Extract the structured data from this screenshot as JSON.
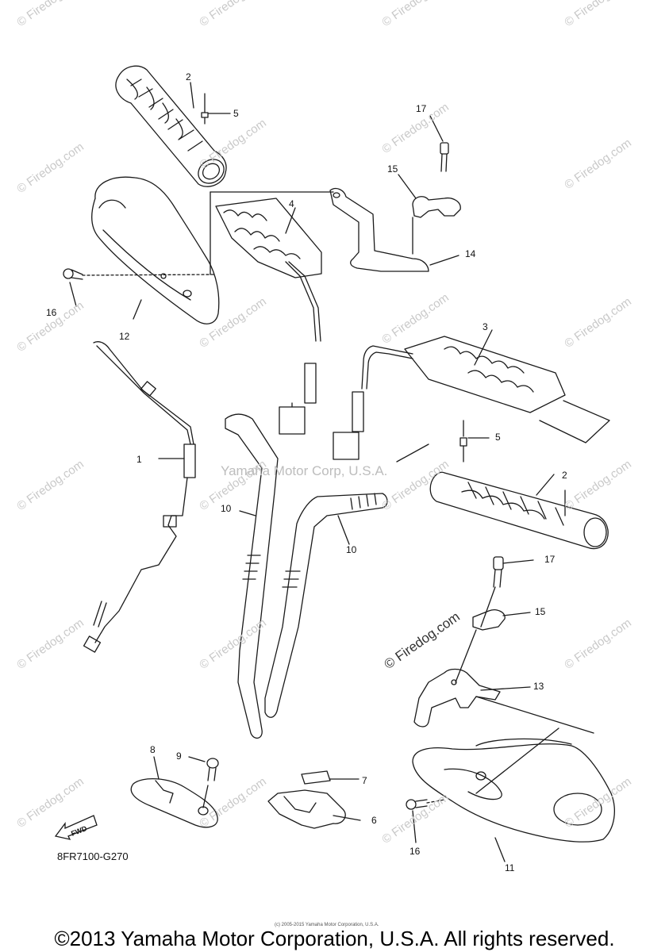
{
  "watermark": "© Firedog.com",
  "center_watermark": "Yamaha Motor Corp, U.S.A.",
  "firedog_mark": "© Firedog.com",
  "part_code": "8FR7100-G270",
  "fwd_label": "FWD",
  "tiny_copyright": "(c) 2005-2015 Yamaha Motor Corporation, U.S.A.",
  "footer": "©2013 Yamaha Motor Corporation, U.S.A. All rights reserved.",
  "callouts": [
    {
      "id": "2a",
      "label": "2"
    },
    {
      "id": "5a",
      "label": "5"
    },
    {
      "id": "17a",
      "label": "17"
    },
    {
      "id": "15a",
      "label": "15"
    },
    {
      "id": "4",
      "label": "4"
    },
    {
      "id": "14",
      "label": "14"
    },
    {
      "id": "16a",
      "label": "16"
    },
    {
      "id": "12",
      "label": "12"
    },
    {
      "id": "3",
      "label": "3"
    },
    {
      "id": "5b",
      "label": "5"
    },
    {
      "id": "1",
      "label": "1"
    },
    {
      "id": "2b",
      "label": "2"
    },
    {
      "id": "10a",
      "label": "10"
    },
    {
      "id": "10b",
      "label": "10"
    },
    {
      "id": "17b",
      "label": "17"
    },
    {
      "id": "15b",
      "label": "15"
    },
    {
      "id": "13",
      "label": "13"
    },
    {
      "id": "8",
      "label": "8"
    },
    {
      "id": "9",
      "label": "9"
    },
    {
      "id": "7",
      "label": "7"
    },
    {
      "id": "6",
      "label": "6"
    },
    {
      "id": "16b",
      "label": "16"
    },
    {
      "id": "11",
      "label": "11"
    }
  ],
  "colors": {
    "line": "#1a1a1a",
    "watermark": "#c9c9c9",
    "background": "#ffffff"
  }
}
